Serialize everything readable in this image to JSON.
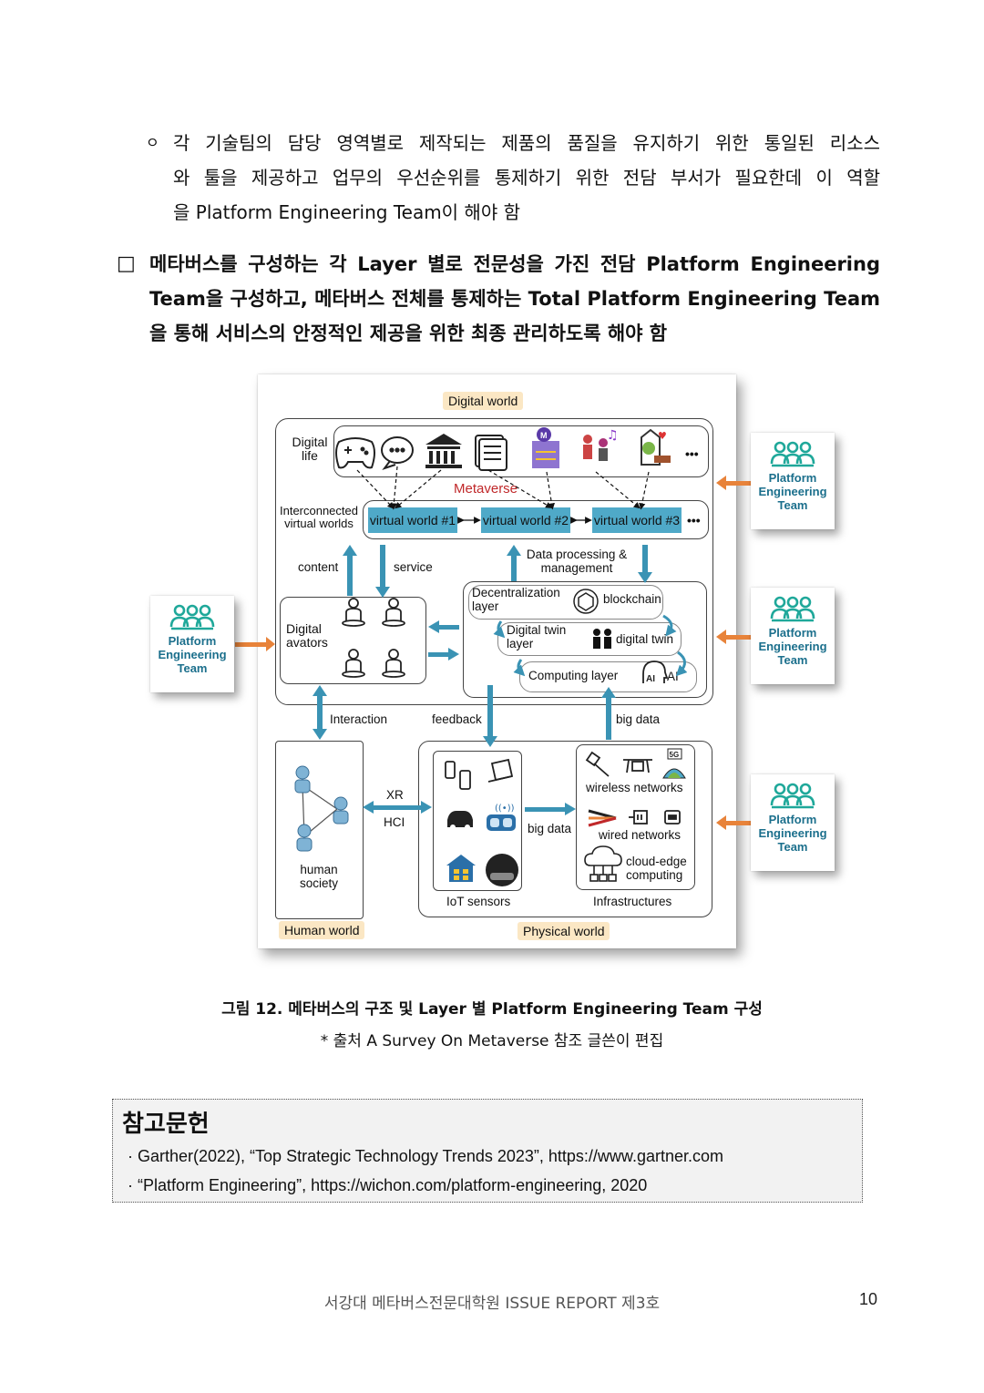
{
  "bullet": {
    "marker": "ㅇ",
    "lines": [
      "각 기술팀의 담당 영역별로 제작되는 제품의 품질을 유지하기 위한 통일된 리소스",
      "와 툴을 제공하고 업무의 우선순위를 통제하기 위한 전담 부서가 필요한데 이 역할",
      "을 Platform Engineering Team이 해야 함"
    ]
  },
  "section": {
    "marker": "□",
    "lines": [
      "메타버스를 구성하는 각 Layer 별로 전문성을 가진 전담 Platform Engineering",
      "Team을 구성하고, 메타버스 전체를 통제하는 Total Platform Engineering Team",
      "을 통해 서비스의 안정적인 제공을 위한 최종 관리하도록 해야 함"
    ]
  },
  "figure": {
    "digital_world": "Digital world",
    "digital_life": "Digital\nlife",
    "ellipsis": "•••",
    "metaverse": "Metaverse",
    "interconnected": "Interconnected\nvirtual worlds",
    "virtual_worlds": [
      "virtual world #1",
      "virtual world #2",
      "virtual world #3"
    ],
    "content": "content",
    "service": "service",
    "data_processing": "Data processing &\nmanagement",
    "decentralization": "Decentralization\nlayer",
    "blockchain": "blockchain",
    "digital_twin_layer": "Digital twin\nlayer",
    "digital_twin": "digital twin",
    "computing_layer": "Computing layer",
    "ai": "AI",
    "digital_avatars": "Digital\navators",
    "interaction": "Interaction",
    "feedback": "feedback",
    "big_data_top": "big data",
    "xr": "XR",
    "hci": "HCI",
    "human_society": "human\nsociety",
    "human_world": "Human world",
    "big_data_mid": "big data",
    "iot_sensors": "IoT sensors",
    "wireless": "wireless networks",
    "wired": "wired networks",
    "cloud_edge": "cloud-edge\ncomputing",
    "infrastructures": "Infrastructures",
    "physical_world": "Physical world",
    "badge_5g": "5G"
  },
  "team_card": {
    "label": "Platform\nEngineering\nTeam",
    "count": 4,
    "icon_color": "#1fa89a",
    "text_color": "#1b6f8c",
    "arrow_color": "#e8833a"
  },
  "caption": "그림 12. 메타버스의 구조 및 Layer 별 Platform Engineering Team 구성",
  "credit": "* 출처 A Survey On Metaverse 참조 글쓴이 편집",
  "references": {
    "title": "참고문헌",
    "items": [
      "· Garther(2022), “Top Strategic Technology Trends 2023”, https://www.gartner.com",
      "· “Platform Engineering”, https://wichon.com/platform-engineering, 2020"
    ]
  },
  "footer": "서강대 메타버스전문대학원 ISSUE REPORT 제3호",
  "page_number": "10"
}
